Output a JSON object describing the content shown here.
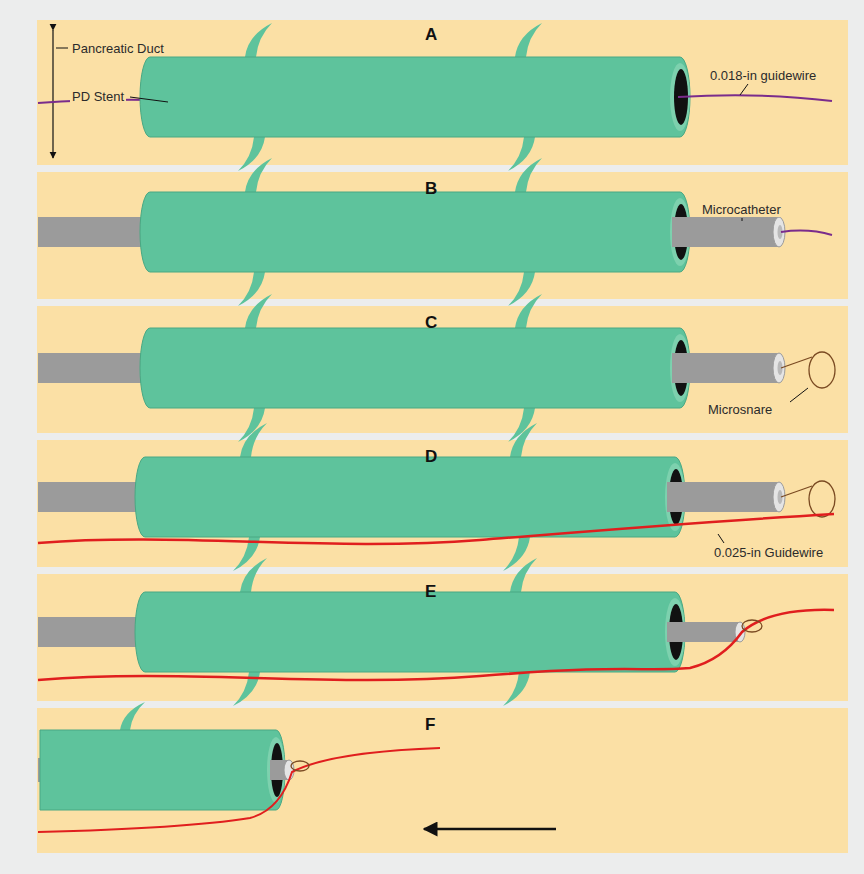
{
  "diagram": {
    "labels": [
      "A",
      "Pancreatic Duct",
      "PD Stent",
      "0.018-in guidewire",
      "B",
      "Microcatheter",
      "C",
      "Microsnare",
      "D",
      "0.025-in Guidewire",
      "E",
      "F"
    ]
  }
}
